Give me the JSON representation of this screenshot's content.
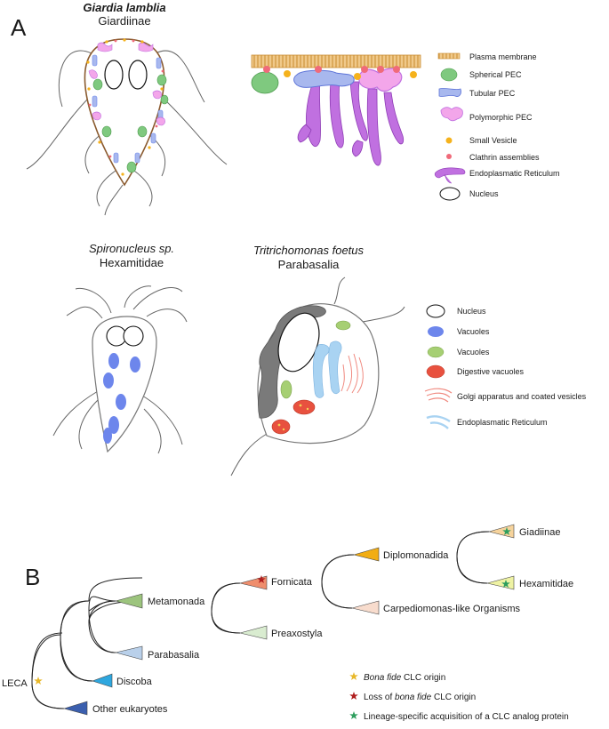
{
  "panel_a": {
    "letter": "A",
    "giardia": {
      "name": "Giardia lamblia",
      "taxon": "Giardiinae"
    },
    "spironucleus": {
      "name": "Spironucleus sp.",
      "taxon": "Hexamitidae"
    },
    "tritrichomonas": {
      "name": "Tritrichomonas foetus",
      "taxon": "Parabasalia"
    },
    "legend1": [
      "Plasma membrane",
      "Spherical PEC",
      "Tubular PEC",
      "Polymorphic PEC",
      "Small Vesicle",
      "Clathrin assemblies",
      "Endoplasmatic Reticulum",
      "Nucleus"
    ],
    "legend2": [
      "Nucleus",
      "Vacuoles",
      "Vacuoles",
      "Digestive vacuoles",
      "Golgi apparatus and coated vesicles",
      "Endoplasmatic Reticulum"
    ],
    "colors": {
      "membrane": "#e0a24a",
      "spherical": "#7fc97f",
      "tubular": "#a8b8ee",
      "polymorphic": "#f3a6ea",
      "small_vesicle": "#f5b21c",
      "clathrin": "#f06a7a",
      "er": "#c070e0",
      "vacuole_blue": "#6d86ec",
      "vacuole_green": "#a6cf73",
      "digestive": "#e8513f",
      "golgi": "#f08a80",
      "er_light": "#a9d3f2"
    }
  },
  "panel_b": {
    "letter": "B",
    "nodes": {
      "leca": "LECA",
      "metamonada": "Metamonada",
      "parabasalia": "Parabasalia",
      "discoba": "Discoba",
      "other": "Other eukaryotes",
      "fornicata": "Fornicata",
      "preaxostyla": "Preaxostyla",
      "diplomonadida": "Diplomonadida",
      "carpediomonas": "Carpediomonas-like Organisms",
      "giadiinae": "Giadiinae",
      "hexamitidae": "Hexamitidae"
    },
    "legend": [
      {
        "italic": "Bona fide",
        "rest": " CLC origin",
        "star_color": "#e8b82a"
      },
      {
        "prefix": "Loss of ",
        "italic": "bona fide",
        "rest": " CLC origin",
        "star_color": "#b01e1e"
      },
      {
        "rest": "Lineage-specific acquisition of a CLC analog protein",
        "star_color": "#2e9e5e"
      }
    ],
    "triangle_colors": {
      "metamonada": "#9cc47d",
      "parabasalia": "#b9d0ea",
      "discoba": "#2ea7df",
      "other": "#3b5fae",
      "fornicata": "#ef8e6d",
      "preaxostyla": "#d9ecd0",
      "diplomonadida": "#f2ad12",
      "carpediomonas": "#f8dccd",
      "giadiinae": "#f6d39c",
      "hexamitidae": "#eef2a3"
    }
  }
}
